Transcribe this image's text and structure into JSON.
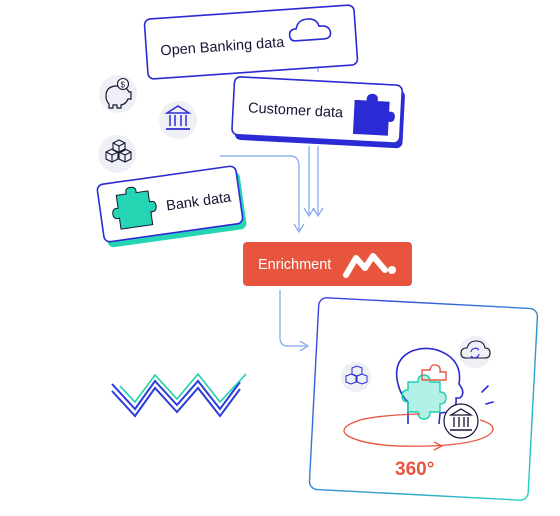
{
  "cards": {
    "open_banking": {
      "label": "Open Banking data",
      "icon": "cloud-icon"
    },
    "customer": {
      "label": "Customer data",
      "icon": "puzzle-piece-icon"
    },
    "bank": {
      "label": "Bank data",
      "icon": "puzzle-piece-icon"
    }
  },
  "enrichment": {
    "label": "Enrichment",
    "icon": "logo-mark-icon"
  },
  "result": {
    "label": "360°",
    "icons": [
      "head-profile-icon",
      "puzzle-pieces-icon",
      "bank-icon",
      "cloud-sync-icon",
      "cubes-icon",
      "orbit-ring-icon"
    ]
  },
  "side_icons": [
    "piggy-bank-icon",
    "bank-icon",
    "cubes-icon"
  ],
  "colors": {
    "navy": "#2b2bd6",
    "ink": "#141433",
    "teal": "#25d5b4",
    "coral": "#e8553f",
    "connector": "#7fa6e8",
    "line_blue": "#2d3bd9",
    "line_teal": "#1fcfb0"
  }
}
